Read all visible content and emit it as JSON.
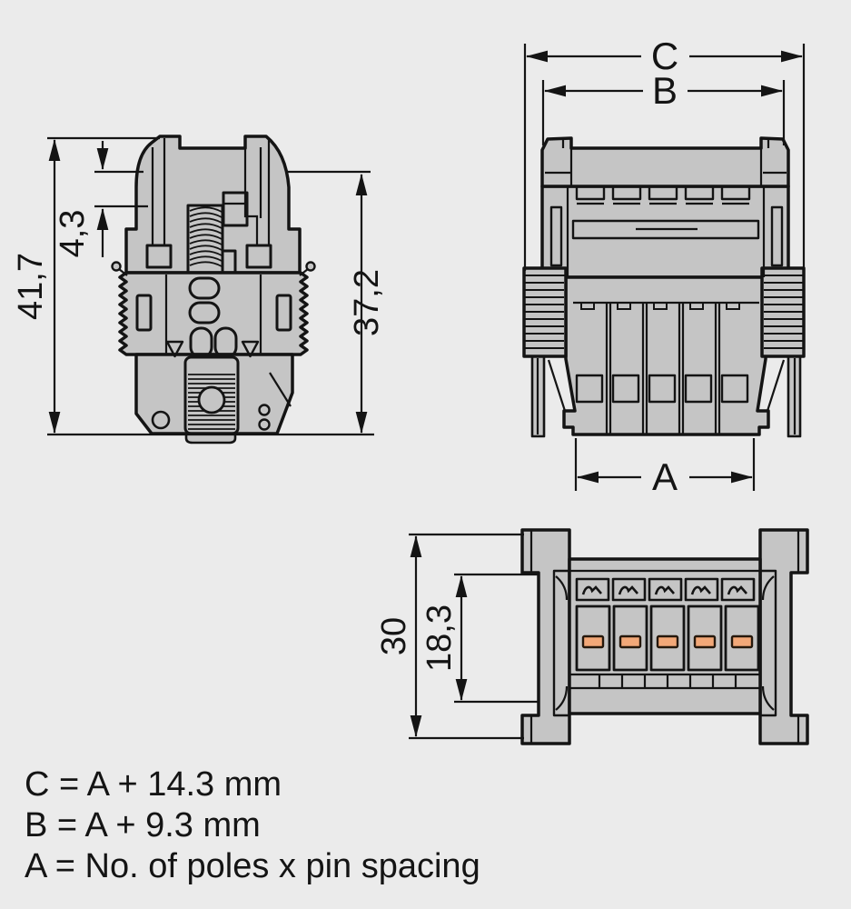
{
  "drawing": {
    "title": "connector-dimension-drawing",
    "colors": {
      "background": "#ebebeb",
      "body_fill": "#c5c5c5",
      "line": "#141414",
      "actuation_opening": "#f2a878"
    },
    "views": {
      "side": {
        "dims": {
          "overall_height": "41,7",
          "latch_offset": "4,3",
          "body_height": "37,2"
        }
      },
      "front": {
        "pole_count": 5,
        "dims": {
          "overall_width": "C",
          "housing_width": "B",
          "pole_span": "A"
        }
      },
      "top": {
        "pole_count": 5,
        "dims": {
          "overall_depth": "30",
          "inner_depth": "18,3"
        }
      }
    },
    "formulas": [
      "C = A + 14.3 mm",
      "B = A + 9.3 mm",
      "A = No. of poles x pin spacing"
    ]
  }
}
